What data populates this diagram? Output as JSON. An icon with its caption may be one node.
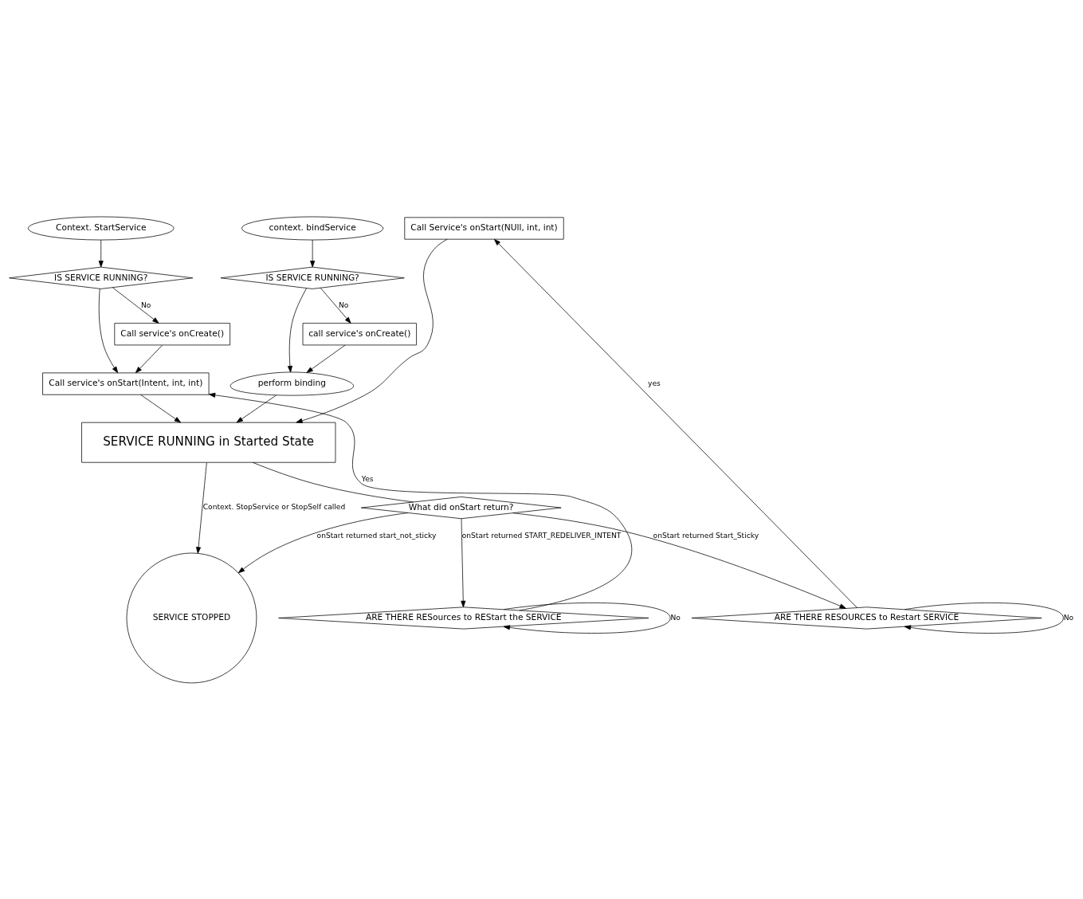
{
  "diagram": {
    "nodes": [
      {
        "text": [
          "Context. StartService"
        ]
      },
      {
        "text": [
          "IS SERVICE RUNNING?"
        ]
      },
      {
        "text": [
          "Call service's onCreate()"
        ]
      },
      {
        "text": [
          "Call service's onStart(Intent, int, int)"
        ]
      },
      {
        "text": [
          "context. bindService"
        ]
      },
      {
        "text": [
          "IS SERVICE RUNNING?"
        ]
      },
      {
        "text": [
          "call service's onCreate()"
        ]
      },
      {
        "text": [
          "perform binding"
        ]
      },
      {
        "text": [
          "SERVICE RUNNING in Started State"
        ]
      },
      {
        "text": [
          "Call Service's onStart(NUll, int, int)"
        ]
      },
      {
        "text": [
          "What did onStart return?"
        ]
      },
      {
        "text": [
          "SERVICE STOPPED"
        ]
      },
      {
        "text": [
          "ARE THERE RESources to REStart the SERVICE"
        ]
      },
      {
        "text": [
          "ARE THERE RESOURCES to Restart SERVICE"
        ]
      }
    ],
    "edges": [
      {
        "from": 0,
        "to": 1,
        "arrow": "to"
      },
      {
        "from": 1,
        "to": 2,
        "label": "No",
        "arrow": "to"
      },
      {
        "from": 1,
        "to": 3,
        "arrow": "to"
      },
      {
        "from": 2,
        "to": 3,
        "arrow": "to"
      },
      {
        "from": 3,
        "to": 8,
        "arrow": "to"
      },
      {
        "from": 4,
        "to": 5,
        "arrow": "to"
      },
      {
        "from": 5,
        "to": 6,
        "label": "No",
        "arrow": "to"
      },
      {
        "from": 5,
        "to": 7,
        "arrow": "to"
      },
      {
        "from": 6,
        "to": 7,
        "arrow": "to"
      },
      {
        "from": 7,
        "to": 8,
        "arrow": "to"
      },
      {
        "from": 8,
        "to": 11,
        "label": "Context. StopService or StopSelf called",
        "arrow": "to"
      },
      {
        "from": 8,
        "to": 10,
        "arrow": "none"
      },
      {
        "from": 10,
        "to": 11,
        "label": "onStart returned start_not_sticky",
        "arrow": "to"
      },
      {
        "from": 10,
        "to": 13,
        "label": "onStart returned Start_Sticky",
        "arrow": "to"
      },
      {
        "from": 10,
        "to": 12,
        "label": "onStart returned START_REDELIVER_INTENT",
        "arrow": "to"
      },
      {
        "from": 12,
        "to": 12,
        "label": "No",
        "arrow": "to"
      },
      {
        "from": 12,
        "to": 3,
        "label": "Yes",
        "arrow": "to"
      },
      {
        "from": 13,
        "to": 13,
        "label": "No",
        "arrow": "to"
      },
      {
        "from": 13,
        "to": 9,
        "label": "yes",
        "arrow": "to"
      },
      {
        "from": 9,
        "to": 8,
        "arrow": "to"
      }
    ]
  }
}
